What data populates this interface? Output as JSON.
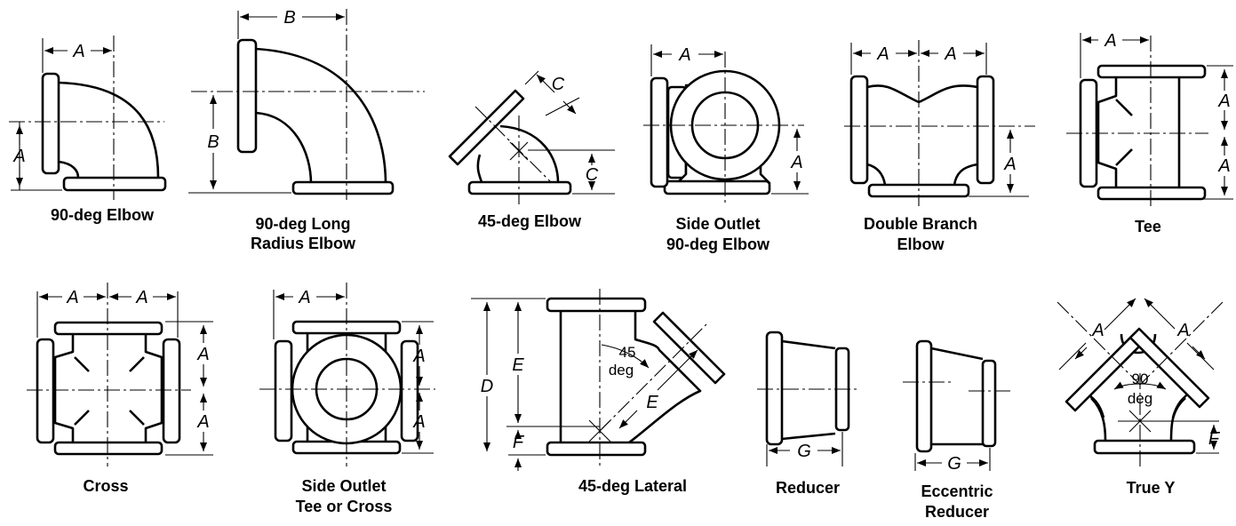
{
  "fittings": [
    {
      "key": "elbow90",
      "caption": [
        "90-deg Elbow"
      ],
      "dims": [
        "A",
        "A"
      ]
    },
    {
      "key": "longradius",
      "caption": [
        "90-deg Long",
        "Radius Elbow"
      ],
      "dims": [
        "B",
        "B"
      ]
    },
    {
      "key": "elbow45",
      "caption": [
        "45-deg Elbow"
      ],
      "dims": [
        "C",
        "C"
      ]
    },
    {
      "key": "sideoutletelbow",
      "caption": [
        "Side Outlet",
        "90-deg Elbow"
      ],
      "dims": [
        "A",
        "A"
      ]
    },
    {
      "key": "doublebranch",
      "caption": [
        "Double Branch",
        "Elbow"
      ],
      "dims": [
        "A",
        "A",
        "A"
      ]
    },
    {
      "key": "tee",
      "caption": [
        "Tee"
      ],
      "dims": [
        "A",
        "A",
        "A"
      ]
    },
    {
      "key": "cross",
      "caption": [
        "Cross"
      ],
      "dims": [
        "A",
        "A",
        "A",
        "A"
      ]
    },
    {
      "key": "sideoutlettee",
      "caption": [
        "Side Outlet",
        "Tee or Cross"
      ],
      "dims": [
        "A",
        "A",
        "A"
      ]
    },
    {
      "key": "lateral",
      "caption": [
        "45-deg Lateral"
      ],
      "dims": [
        "D",
        "E",
        "F",
        "E"
      ],
      "angle": [
        "45",
        "deg"
      ]
    },
    {
      "key": "reducer",
      "caption": [
        "Reducer"
      ],
      "dims": [
        "G"
      ]
    },
    {
      "key": "eccentric",
      "caption": [
        "Eccentric",
        "Reducer"
      ],
      "dims": [
        "G"
      ]
    },
    {
      "key": "truey",
      "caption": [
        "True Y"
      ],
      "dims": [
        "A",
        "A",
        "F"
      ],
      "angle": [
        "90",
        "deg"
      ]
    }
  ]
}
